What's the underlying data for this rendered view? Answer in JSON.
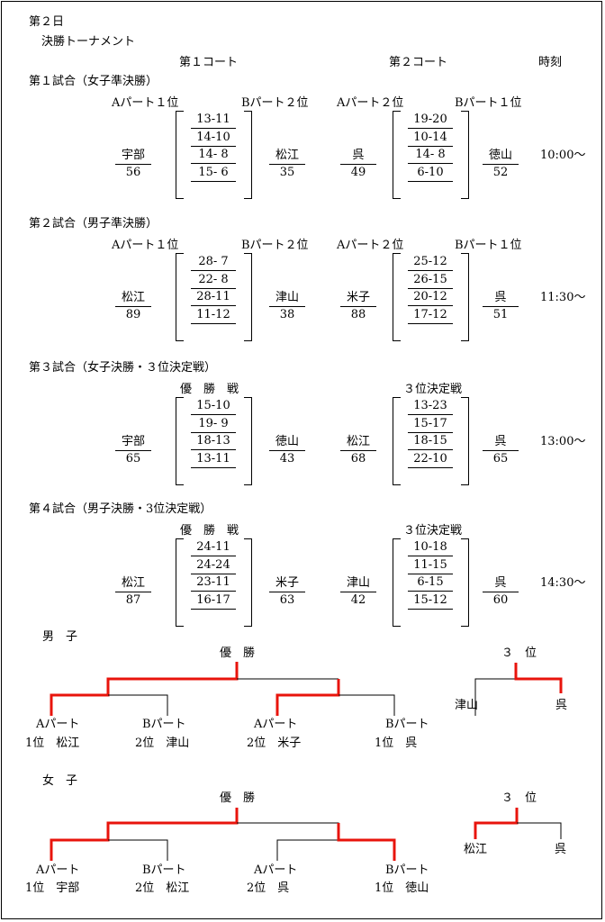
{
  "header": {
    "day": "第２日",
    "section": "決勝トーナメント",
    "court1": "第１コート",
    "court2": "第２コート",
    "time_header": "時刻"
  },
  "matches": [
    {
      "title": "第１試合（女子準決勝）",
      "c1_left_label": "Aパート１位",
      "c1_right_label": "Bパート２位",
      "c2_left_label": "Aパート２位",
      "c2_right_label": "Bパート１位",
      "c1_left_team": "宇部",
      "c1_left_score": "56",
      "c1_sets": [
        "13-11",
        "14-10",
        "14- 8",
        "15- 6"
      ],
      "c1_right_team": "松江",
      "c1_right_score": "35",
      "c2_left_team": "呉",
      "c2_left_score": "49",
      "c2_sets": [
        "19-20",
        "10-14",
        "14- 8",
        "6-10"
      ],
      "c2_right_team": "徳山",
      "c2_right_score": "52",
      "time": "10:00～"
    },
    {
      "title": "第２試合（男子準決勝）",
      "c1_left_label": "Aパート１位",
      "c1_right_label": "Bパート２位",
      "c2_left_label": "Aパート２位",
      "c2_right_label": "Bパート１位",
      "c1_left_team": "松江",
      "c1_left_score": "89",
      "c1_sets": [
        "28- 7",
        "22- 8",
        "28-11",
        "11-12"
      ],
      "c1_right_team": "津山",
      "c1_right_score": "38",
      "c2_left_team": "米子",
      "c2_left_score": "88",
      "c2_sets": [
        "25-12",
        "26-15",
        "20-12",
        "17-12"
      ],
      "c2_right_team": "呉",
      "c2_right_score": "51",
      "time": "11:30～"
    },
    {
      "title": "第３試合（女子決勝・３位決定戦）",
      "c1_label": "優　勝　戦",
      "c2_label": "３位決定戦",
      "c1_left_team": "宇部",
      "c1_left_score": "65",
      "c1_sets": [
        "15-10",
        "19- 9",
        "18-13",
        "13-11"
      ],
      "c1_right_team": "徳山",
      "c1_right_score": "43",
      "c2_left_team": "松江",
      "c2_left_score": "68",
      "c2_sets": [
        "13-23",
        "15-17",
        "18-15",
        "22-10"
      ],
      "c2_right_team": "呉",
      "c2_right_score": "65",
      "time": "13:00～"
    },
    {
      "title": "第４試合（男子決勝・3位決定戦）",
      "c1_label": "優　勝　戦",
      "c2_label": "３位決定戦",
      "c1_left_team": "松江",
      "c1_left_score": "87",
      "c1_sets": [
        "24-11",
        "24-24",
        "23-11",
        "16-17"
      ],
      "c1_right_team": "米子",
      "c1_right_score": "63",
      "c2_left_team": "津山",
      "c2_left_score": "42",
      "c2_sets": [
        "10-18",
        "11-15",
        "6-15",
        "15-12"
      ],
      "c2_right_team": "呉",
      "c2_right_score": "60",
      "time": "14:30～"
    }
  ],
  "brackets": {
    "men": {
      "title": "男　子",
      "champion_label": "優　勝",
      "third_label": "３　位",
      "third_left": "津山",
      "third_right": "呉",
      "teams": [
        {
          "part": "Aパート",
          "rank": "1位　松江"
        },
        {
          "part": "Bパート",
          "rank": "2位　津山"
        },
        {
          "part": "Aパート",
          "rank": "2位　米子"
        },
        {
          "part": "Bパート",
          "rank": "1位　呉"
        }
      ]
    },
    "women": {
      "title": "女　子",
      "champion_label": "優　勝",
      "third_label": "３　位",
      "third_left": "松江",
      "third_right": "呉",
      "teams": [
        {
          "part": "Aパート",
          "rank": "1位　宇部"
        },
        {
          "part": "Bパート",
          "rank": "2位　松江"
        },
        {
          "part": "Aパート",
          "rank": "2位　呉"
        },
        {
          "part": "Bパート",
          "rank": "1位　徳山"
        }
      ]
    }
  },
  "colors": {
    "winner_line": "#e8140c",
    "line": "#000000"
  }
}
